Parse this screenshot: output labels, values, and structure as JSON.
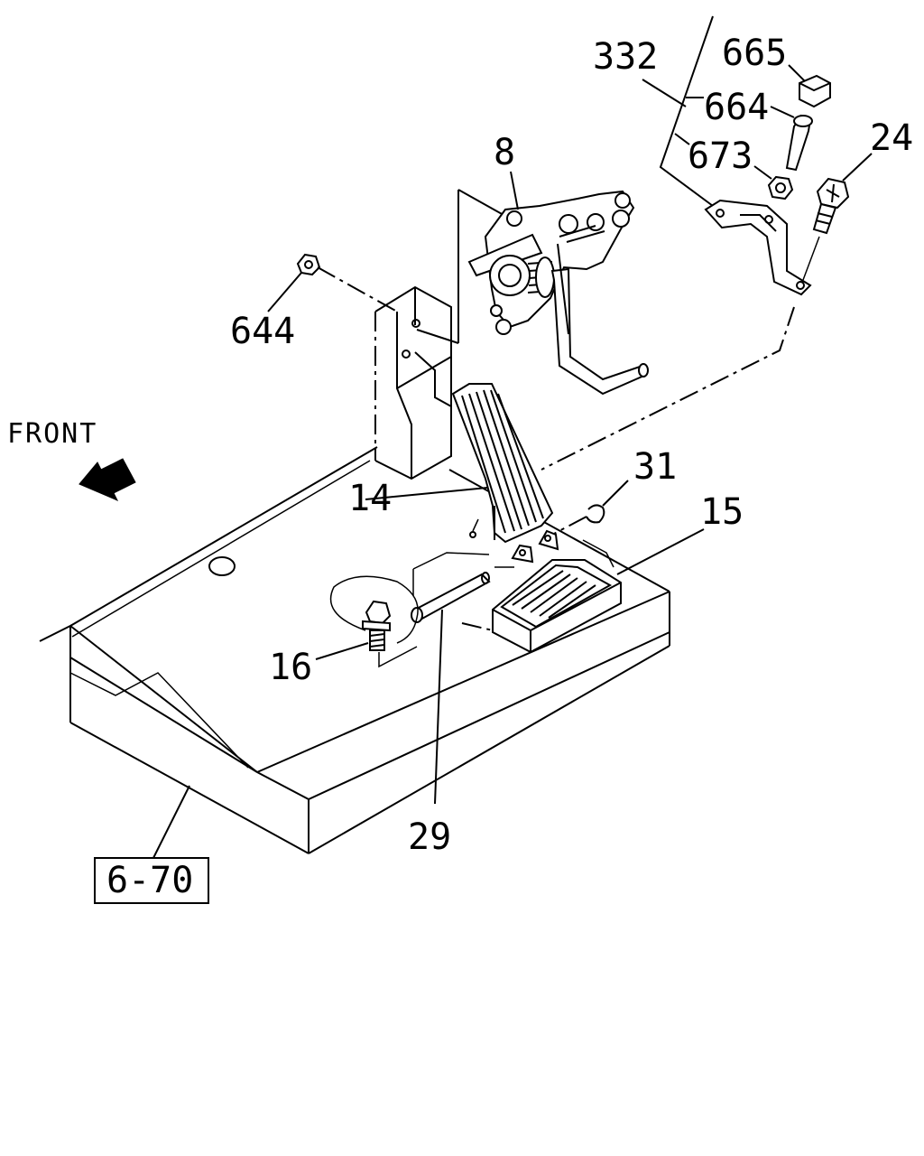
{
  "diagram": {
    "front_label": "FRONT",
    "reference_box": "6-70",
    "callouts": {
      "c332": "332",
      "c665": "665",
      "c664": "664",
      "c673": "673",
      "c24": "24",
      "c8": "8",
      "c644": "644",
      "c31": "31",
      "c14": "14",
      "c15": "15",
      "c16": "16",
      "c29": "29"
    }
  }
}
